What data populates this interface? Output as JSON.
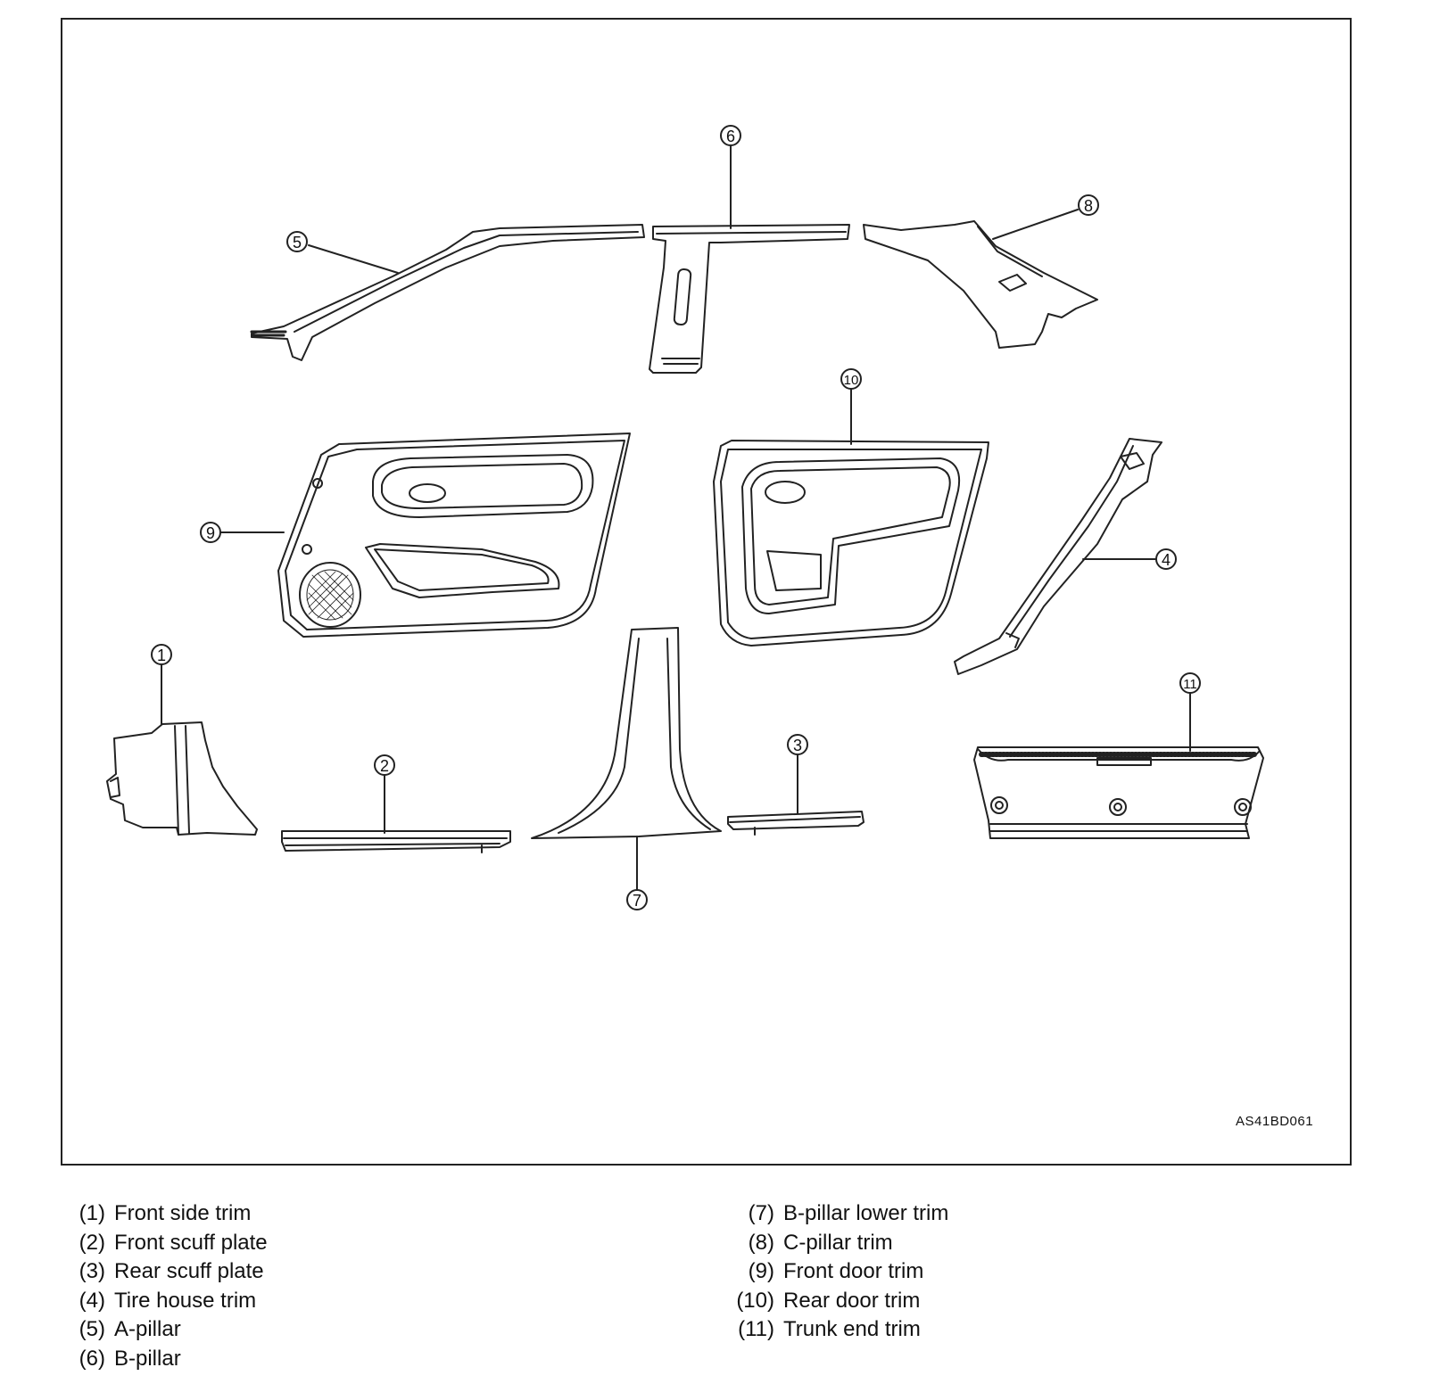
{
  "figure": {
    "code": "AS41BD061",
    "callouts": [
      "1",
      "2",
      "3",
      "4",
      "5",
      "6",
      "7",
      "8",
      "9",
      "10",
      "11"
    ]
  },
  "legend": {
    "left": [
      {
        "num": "(1)",
        "label": "Front side trim"
      },
      {
        "num": "(2)",
        "label": "Front scuff plate"
      },
      {
        "num": "(3)",
        "label": "Rear scuff plate"
      },
      {
        "num": "(4)",
        "label": "Tire house trim"
      },
      {
        "num": "(5)",
        "label": "A-pillar"
      },
      {
        "num": "(6)",
        "label": "B-pillar"
      }
    ],
    "right": [
      {
        "num": "(7)",
        "label": "B-pillar lower trim"
      },
      {
        "num": "(8)",
        "label": "C-pillar trim"
      },
      {
        "num": "(9)",
        "label": "Front door trim"
      },
      {
        "num": "(10)",
        "label": "Rear door trim"
      },
      {
        "num": "(11)",
        "label": "Trunk end trim"
      }
    ]
  }
}
